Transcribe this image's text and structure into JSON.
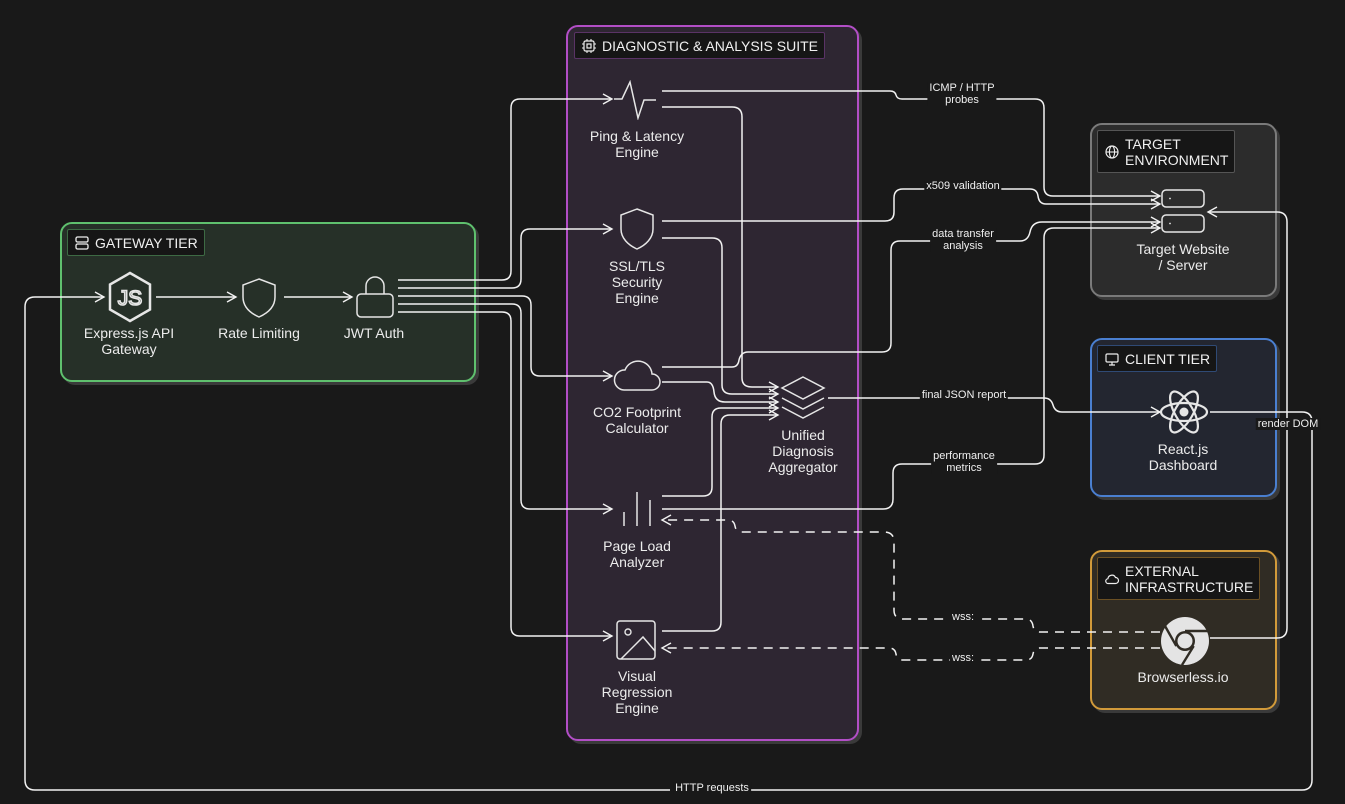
{
  "groups": {
    "gateway": {
      "title": "GATEWAY TIER",
      "icon": "server-icon",
      "color": "#5fc06e"
    },
    "diagnostic": {
      "title": "DIAGNOSTIC & ANALYSIS SUITE",
      "icon": "cpu-chip-icon",
      "color": "#b24ec6"
    },
    "target": {
      "title_line1": "TARGET",
      "title_line2": "ENVIRONMENT",
      "icon": "globe-icon",
      "color": "#7a7a7a"
    },
    "client": {
      "title": "CLIENT TIER",
      "icon": "monitor-icon",
      "color": "#4a7fd0"
    },
    "external": {
      "title_line1": "EXTERNAL",
      "title_line2": "INFRASTRUCTURE",
      "icon": "cloud-icon",
      "color": "#d19a3a"
    }
  },
  "nodes": {
    "express": {
      "line1": "Express.js API",
      "line2": "Gateway",
      "icon": "nodejs-icon"
    },
    "rate": {
      "line1": "Rate Limiting",
      "icon": "shield-icon"
    },
    "jwt": {
      "line1": "JWT Auth",
      "icon": "lock-icon"
    },
    "ping": {
      "line1": "Ping & Latency",
      "line2": "Engine",
      "icon": "pulse-icon"
    },
    "ssl": {
      "line1": "SSL/TLS",
      "line2": "Security",
      "line3": "Engine",
      "icon": "shield-icon"
    },
    "co2": {
      "line1": "CO2 Footprint",
      "line2": "Calculator",
      "icon": "cloud-icon"
    },
    "aggregator": {
      "line1": "Unified",
      "line2": "Diagnosis",
      "line3": "Aggregator",
      "icon": "layers-icon"
    },
    "pageload": {
      "line1": "Page Load",
      "line2": "Analyzer",
      "icon": "bar-chart-icon"
    },
    "visual": {
      "line1": "Visual",
      "line2": "Regression",
      "line3": "Engine",
      "icon": "image-icon"
    },
    "target": {
      "line1": "Target Website",
      "line2": "/ Server",
      "icon": "server-icon"
    },
    "react": {
      "line1": "React.js",
      "line2": "Dashboard",
      "icon": "react-icon"
    },
    "browserless": {
      "line1": "Browserless.io",
      "icon": "chrome-icon"
    }
  },
  "edges": {
    "icmp_line1": "ICMP / HTTP",
    "icmp_line2": "probes",
    "x509": "x509 validation",
    "transfer_line1": "data transfer",
    "transfer_line2": "analysis",
    "final_json": "final JSON report",
    "perf_line1": "performance",
    "perf_line2": "metrics",
    "render_dom": "render DOM",
    "wss_1": "wss:",
    "wss_2": "wss:",
    "http_requests": "HTTP requests"
  }
}
